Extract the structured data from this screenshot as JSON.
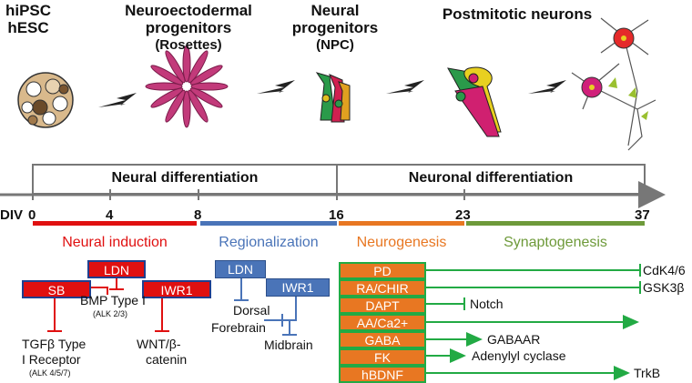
{
  "stages": [
    {
      "line1": "hiPSC",
      "line2": "hESC"
    },
    {
      "line1": "Neuroectodermal",
      "line2": "progenitors",
      "line3": "(Rosettes)"
    },
    {
      "line1": "Neural",
      "line2": "progenitors",
      "line3": "(NPC)"
    },
    {
      "line1": "Postmitotic neurons"
    }
  ],
  "brackets": {
    "left": "Neural differentiation",
    "right": "Neuronal differentiation"
  },
  "timeline": {
    "label": "DIV",
    "ticks": [
      "0",
      "4",
      "8",
      "16",
      "23",
      "37"
    ]
  },
  "phases": [
    {
      "label": "Neural induction",
      "color": "#e01010"
    },
    {
      "label": "Regionalization",
      "color": "#4a74b8"
    },
    {
      "label": "Neurogenesis",
      "color": "#e87722"
    },
    {
      "label": "Synaptogenesis",
      "color": "#6e9a3a"
    }
  ],
  "induction": {
    "ldn": "LDN",
    "sb": "SB",
    "iwr1": "IWR1",
    "bmp": "BMP Type I",
    "bmp_alk": "(ALK  2/3)",
    "tgf_line1": "TGFβ Type",
    "tgf_line2": "I Receptor",
    "tgf_alk": "(ALK  4/5/7)",
    "wnt_line1": "WNT/β-",
    "wnt_line2": "catenin"
  },
  "regional": {
    "ldn": "LDN",
    "iwr1": "IWR1",
    "dorsal": "Dorsal",
    "forebrain": "Forebrain",
    "midbrain": "Midbrain"
  },
  "neurogenesis": {
    "factors": [
      "PD",
      "RA/CHIR",
      "DAPT",
      "AA/Ca2+",
      "GABA",
      "FK",
      "hBDNF"
    ],
    "targets": [
      "CdK4/6",
      "GSK3β",
      "Notch",
      "",
      "GABAAR",
      "Adenylyl cyclase",
      "TrkB"
    ]
  },
  "colors": {
    "induction_red": "#e01010",
    "regional_blue": "#4a74b8",
    "neuro_orange": "#e87722",
    "arrow_green": "#22aa44",
    "synapto_green": "#6e9a3a"
  }
}
